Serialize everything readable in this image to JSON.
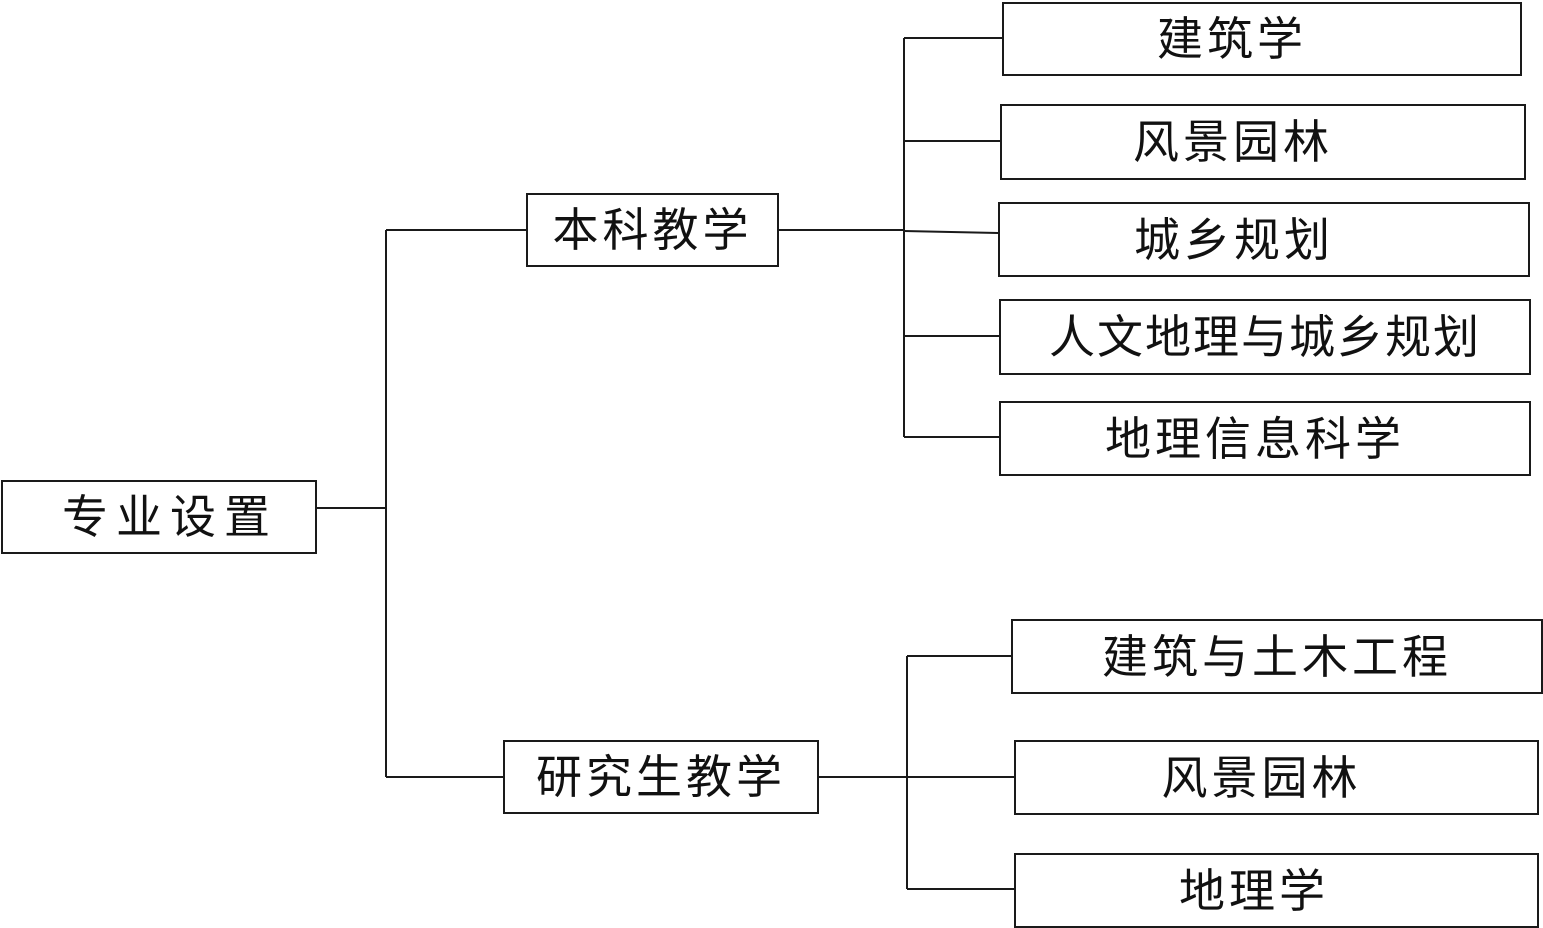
{
  "root": {
    "label": "专业设置"
  },
  "undergrad": {
    "label": "本科教学",
    "majors": [
      "建筑学",
      "风景园林",
      "城乡规划",
      "人文地理与城乡规划",
      "地理信息科学"
    ]
  },
  "graduate": {
    "label": "研究生教学",
    "majors": [
      "建筑与土木工程",
      "风景园林",
      "地理学"
    ]
  },
  "colors": {
    "line": "#1a1a1a",
    "box_border": "#1a1a1a",
    "background": "#ffffff"
  }
}
